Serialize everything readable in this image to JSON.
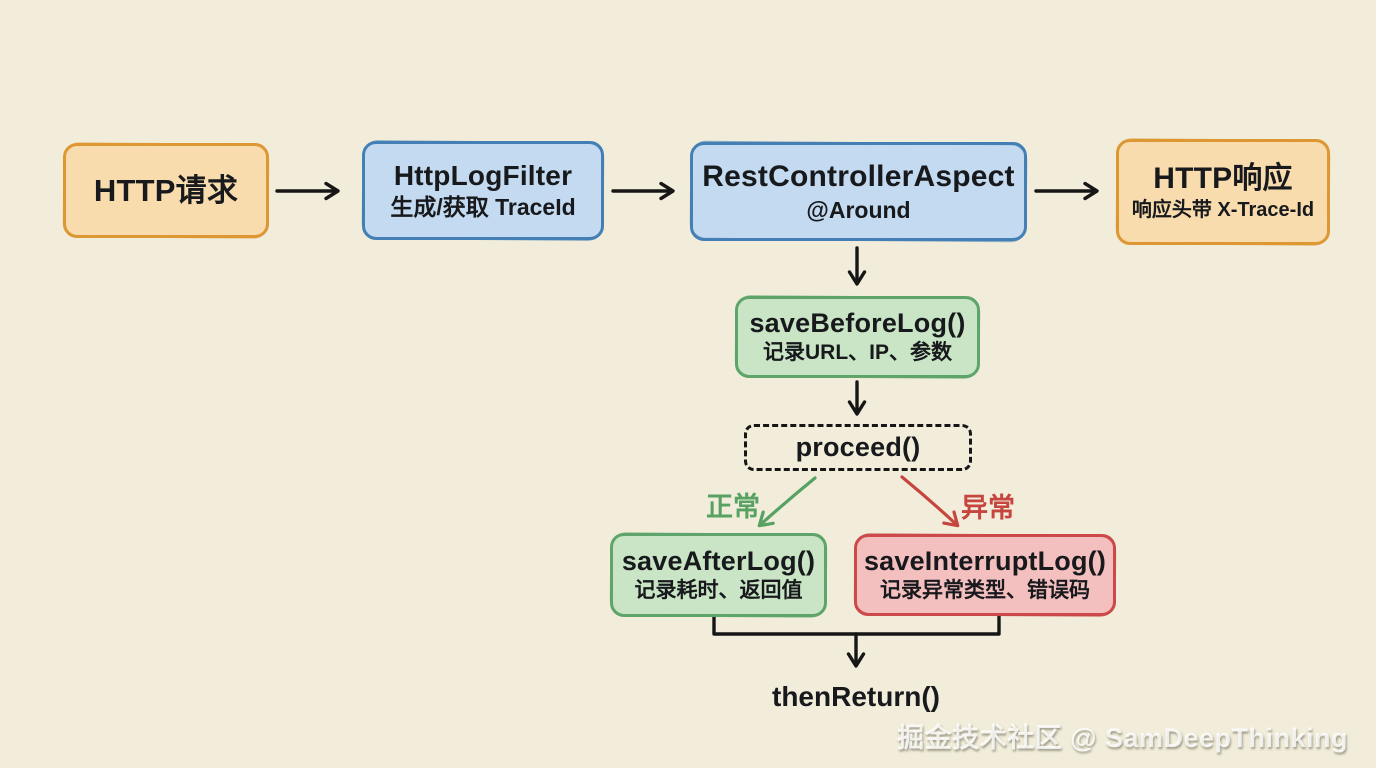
{
  "diagram": {
    "type": "flowchart",
    "theme": "hand-drawn sketch on cream background",
    "colors": {
      "background": "#f1edda",
      "orange_border": "#dd9733",
      "orange_fill": "#f8dcae",
      "blue_border": "#447fb5",
      "blue_fill": "#c3daf0",
      "green_border": "#5fa56b",
      "green_fill": "#c9e5c5",
      "red_border": "#cc4a4a",
      "red_fill": "#f4bfbf",
      "line": "#161616",
      "normal_branch": "#57a163",
      "exception_branch": "#c7453f"
    },
    "nodes": {
      "http_request": {
        "title": "HTTP请求",
        "style": "orange"
      },
      "http_log_filter": {
        "title": "HttpLogFilter",
        "subtitle": "生成/获取 TraceId",
        "style": "blue"
      },
      "rest_controller_aspect": {
        "title": "RestControllerAspect",
        "subtitle": "@Around",
        "style": "blue"
      },
      "http_response": {
        "title": "HTTP响应",
        "subtitle": "响应头带 X-Trace-Id",
        "style": "orange"
      },
      "save_before_log": {
        "title": "saveBeforeLog()",
        "subtitle": "记录URL、IP、参数",
        "style": "green"
      },
      "proceed": {
        "title": "proceed()",
        "style": "dashed"
      },
      "save_after_log": {
        "title": "saveAfterLog()",
        "subtitle": "记录耗时、返回值",
        "style": "green"
      },
      "save_interrupt_log": {
        "title": "saveInterruptLog()",
        "subtitle": "记录异常类型、错误码",
        "style": "red"
      },
      "then_return": {
        "title": "thenReturn()"
      }
    },
    "edges": [
      {
        "from": "http_request",
        "to": "http_log_filter"
      },
      {
        "from": "http_log_filter",
        "to": "rest_controller_aspect"
      },
      {
        "from": "rest_controller_aspect",
        "to": "http_response"
      },
      {
        "from": "rest_controller_aspect",
        "to": "save_before_log"
      },
      {
        "from": "save_before_log",
        "to": "proceed"
      },
      {
        "from": "proceed",
        "to": "save_after_log",
        "label": "正常"
      },
      {
        "from": "proceed",
        "to": "save_interrupt_log",
        "label": "异常"
      },
      {
        "from": "save_after_log,save_interrupt_log",
        "to": "then_return"
      }
    ],
    "branch_labels": {
      "normal": "正常",
      "exception": "异常"
    },
    "watermark": "掘金技术社区 @ SamDeepThinking"
  }
}
